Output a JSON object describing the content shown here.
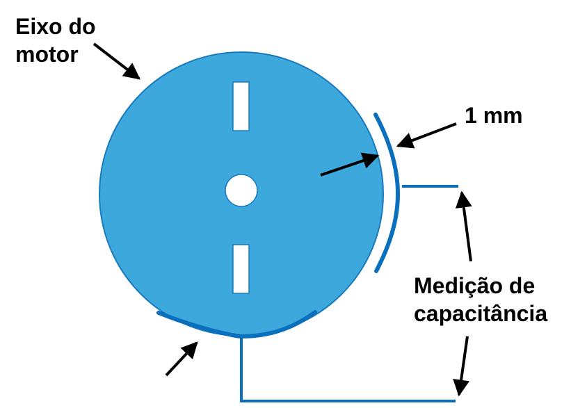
{
  "labels": {
    "motor_shaft_line1": "Eixo do",
    "motor_shaft_line2": "motor",
    "gap": "1 mm",
    "capacitance_line1": "Medição de",
    "capacitance_line2": "capacitância"
  },
  "colors": {
    "disk_fill": "#3da8dc",
    "disk_stroke": "#1a7abf",
    "electrode": "#0a70bd",
    "arrow": "#000000",
    "text": "#000000"
  }
}
